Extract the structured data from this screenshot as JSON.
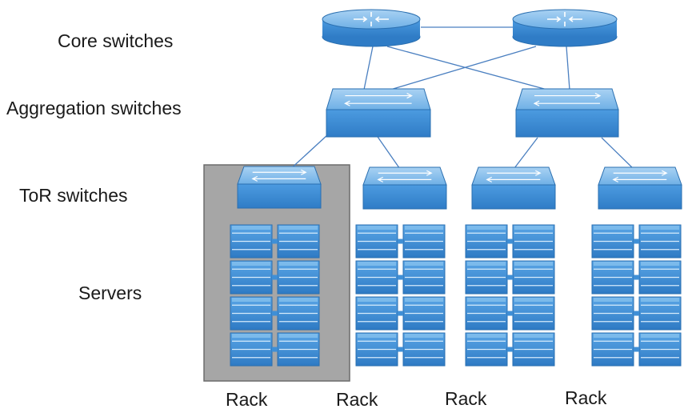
{
  "labels": {
    "core": "Core switches",
    "aggregation": "Aggregation  switches",
    "tor": "ToR switches",
    "servers": "Servers"
  },
  "racks": [
    {
      "label": "Rack",
      "highlighted": true
    },
    {
      "label": "Rack",
      "highlighted": false
    },
    {
      "label": "Rack",
      "highlighted": false
    },
    {
      "label": "Rack",
      "highlighted": false
    }
  ],
  "colors": {
    "device_top": "#7fb6e6",
    "device_face": "#3f8fd6",
    "device_edge": "#2a6fb0",
    "link": "#4a7fc0",
    "rack_highlight": "#a6a6a6",
    "text": "#1a1a1a"
  },
  "icons": {
    "core": "router-icon",
    "aggregation": "switch-icon",
    "tor": "switch-icon",
    "server": "server-blade-icon"
  }
}
